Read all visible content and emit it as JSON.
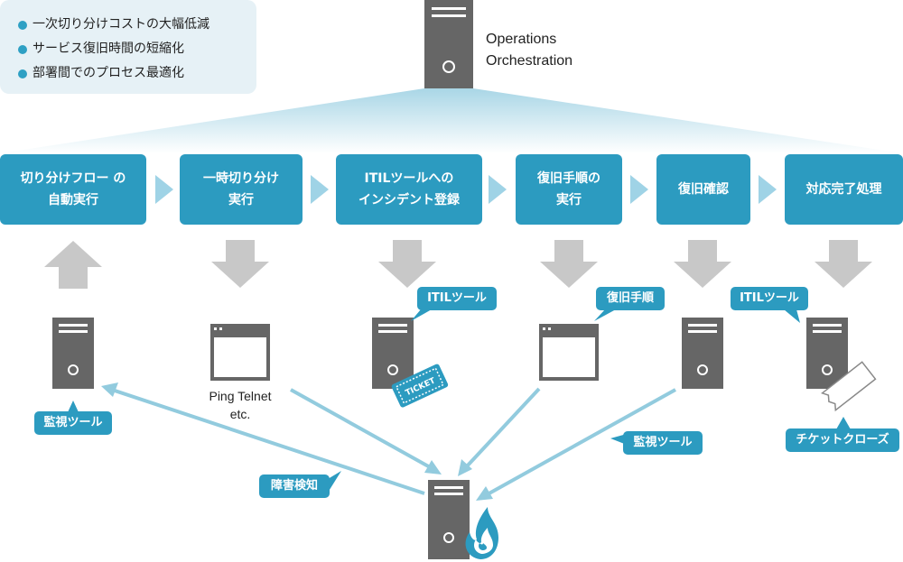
{
  "benefits": [
    "一次切り分けコストの大幅低減",
    "サービス復旧時間の短縮化",
    "部署間でのプロセス最適化"
  ],
  "orchestrator": {
    "line1": "Operations",
    "line2": "Orchestration"
  },
  "steps": [
    "切り分けフロー の\n自動実行",
    "一時切り分け\n実行",
    "ITILツールへの\nインシデント登録",
    "復旧手順の\n実行",
    "復旧確認",
    "対応完了処理"
  ],
  "labels": {
    "ping": "Ping Telnet\netc.",
    "monitor_left": "監視ツール",
    "itil_1": "ITILツール",
    "recovery_proc": "復旧手順",
    "itil_2": "ITILツール",
    "monitor_right": "監視ツール",
    "ticket_close": "チケットクローズ",
    "fault_detect": "障害検知",
    "ticket_word": "TICKET"
  },
  "colors": {
    "accent": "#2c9bc0",
    "server": "#666666",
    "arrow": "#c8c8c8",
    "light_arrow": "#92cbde",
    "flame": "#2c9bc0"
  }
}
